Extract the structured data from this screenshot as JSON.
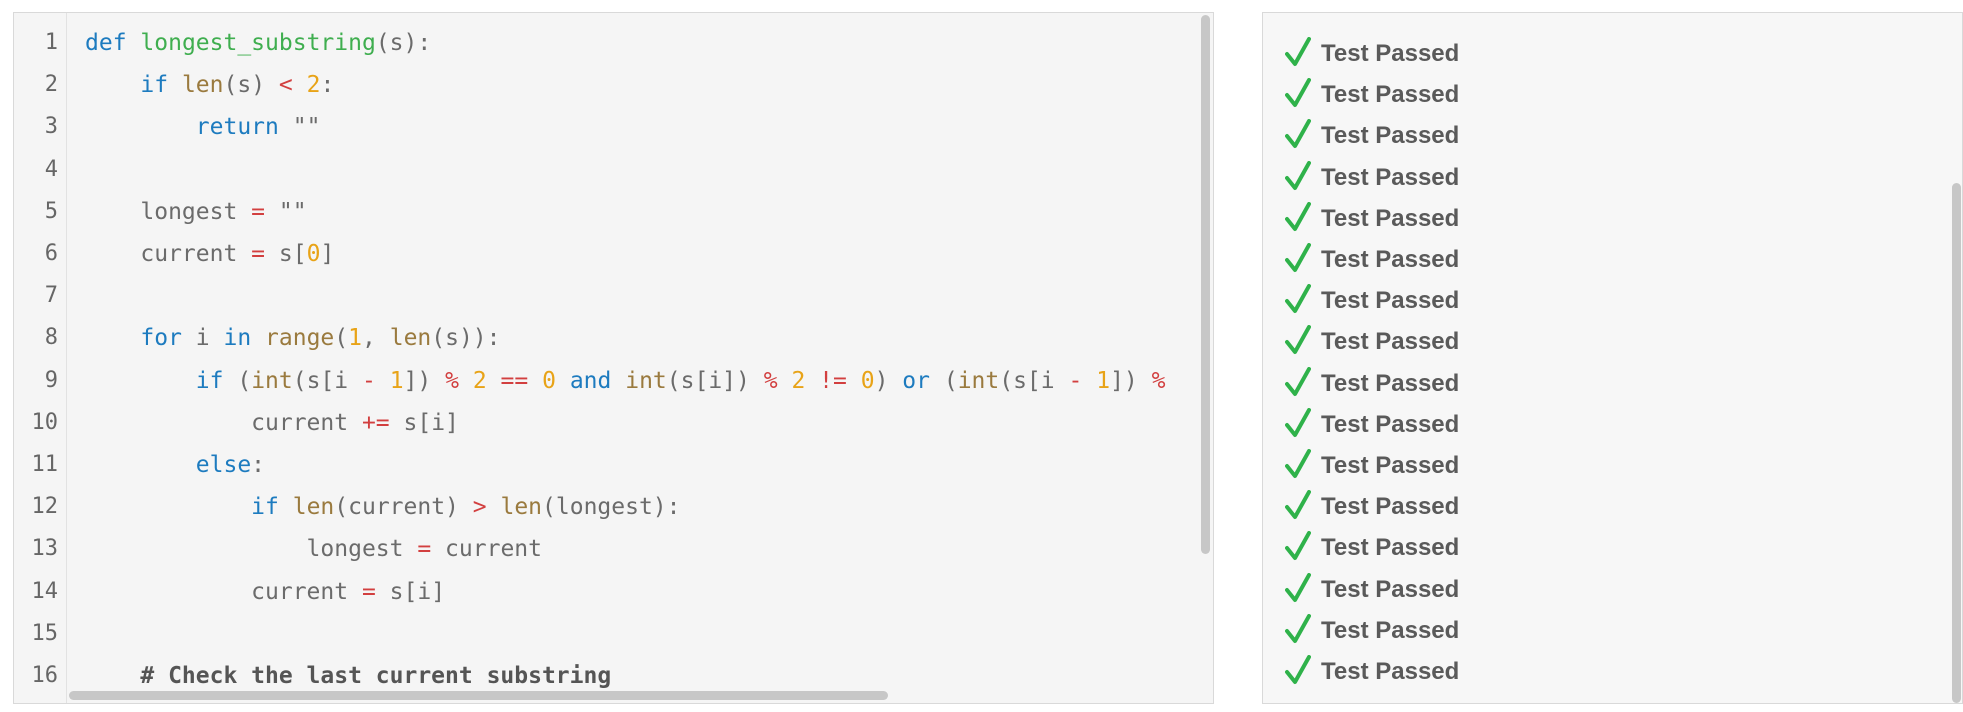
{
  "editor": {
    "lines": [
      {
        "n": "1",
        "html": "<span class=\"kw\">def</span> <span class=\"fn\">longest_substring</span>(s):"
      },
      {
        "n": "2",
        "html": "    <span class=\"kw\">if</span> <span class=\"bi\">len</span>(s) <span class=\"op\">&lt;</span> <span class=\"num\">2</span>:"
      },
      {
        "n": "3",
        "html": "        <span class=\"kw\">return</span> \"\""
      },
      {
        "n": "4",
        "html": ""
      },
      {
        "n": "5",
        "html": "    longest <span class=\"op\">=</span> \"\""
      },
      {
        "n": "6",
        "html": "    current <span class=\"op\">=</span> s[<span class=\"num\">0</span>]"
      },
      {
        "n": "7",
        "html": ""
      },
      {
        "n": "8",
        "html": "    <span class=\"kw\">for</span> i <span class=\"kw\">in</span> <span class=\"bi\">range</span>(<span class=\"num\">1</span>, <span class=\"bi\">len</span>(s)):"
      },
      {
        "n": "9",
        "html": "        <span class=\"kw\">if</span> (<span class=\"bi\">int</span>(s[i <span class=\"op\">-</span> <span class=\"num\">1</span>]) <span class=\"op\">%</span> <span class=\"num\">2</span> <span class=\"op\">==</span> <span class=\"num\">0</span> <span class=\"kw\">and</span> <span class=\"bi\">int</span>(s[i]) <span class=\"op\">%</span> <span class=\"num\">2</span> <span class=\"op\">!=</span> <span class=\"num\">0</span>) <span class=\"kw\">or</span> (<span class=\"bi\">int</span>(s[i <span class=\"op\">-</span> <span class=\"num\">1</span>]) <span class=\"op\">%</span>"
      },
      {
        "n": "10",
        "html": "            current <span class=\"op\">+=</span> s[i]"
      },
      {
        "n": "11",
        "html": "        <span class=\"kw\">else</span>:"
      },
      {
        "n": "12",
        "html": "            <span class=\"kw\">if</span> <span class=\"bi\">len</span>(current) <span class=\"op\">&gt;</span> <span class=\"bi\">len</span>(longest):"
      },
      {
        "n": "13",
        "html": "                longest <span class=\"op\">=</span> current"
      },
      {
        "n": "14",
        "html": "            current <span class=\"op\">=</span> s[i]"
      },
      {
        "n": "15",
        "html": ""
      },
      {
        "n": "16",
        "html": "    <span class=\"cm\"># Check the last current substring</span>"
      }
    ]
  },
  "tests": {
    "check_color": "#2fb24a",
    "items": [
      "Test Passed",
      "Test Passed",
      "Test Passed",
      "Test Passed",
      "Test Passed",
      "Test Passed",
      "Test Passed",
      "Test Passed",
      "Test Passed",
      "Test Passed",
      "Test Passed",
      "Test Passed",
      "Test Passed",
      "Test Passed",
      "Test Passed",
      "Test Passed"
    ]
  }
}
